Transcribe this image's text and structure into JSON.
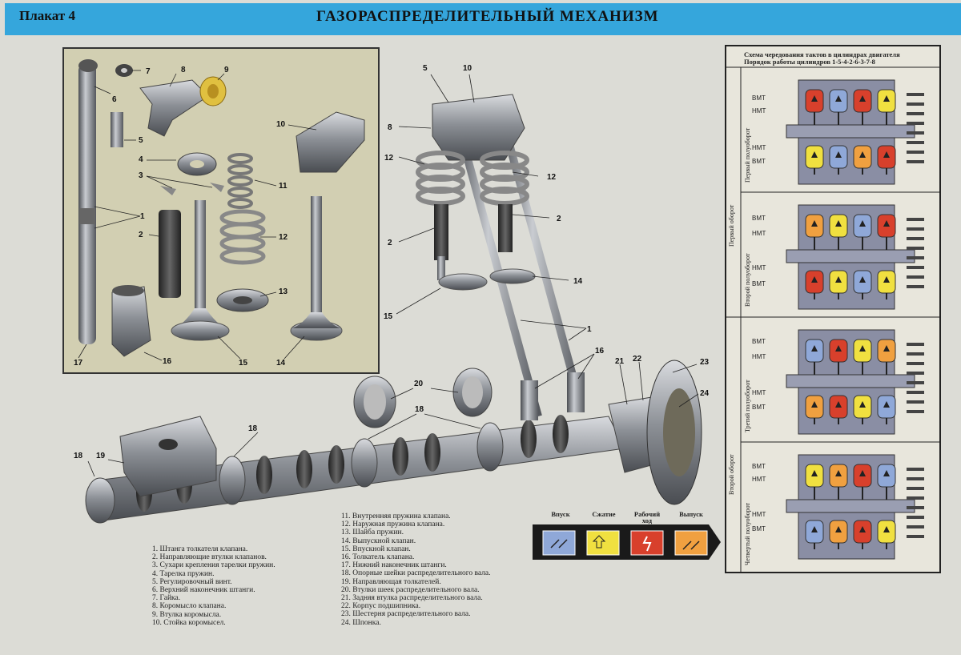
{
  "header": {
    "plate": "Плакат 4",
    "title": "ГАЗОРАСПРЕДЕЛИТЕЛЬНЫЙ МЕХАНИЗМ"
  },
  "callouts": {
    "n1": "1",
    "n2": "2",
    "n3": "3",
    "n4": "4",
    "n5": "5",
    "n6": "6",
    "n7": "7",
    "n8": "8",
    "n9": "9",
    "n10": "10",
    "n11": "11",
    "n12": "12",
    "n13": "13",
    "n14": "14",
    "n15": "15",
    "n16": "16",
    "n17": "17",
    "n18": "18",
    "n19": "19",
    "n20": "20",
    "n21": "21",
    "n22": "22",
    "n23": "23",
    "n24": "24"
  },
  "legend_left": [
    "1. Штанга толкателя клапана.",
    "2. Направляющие втулки клапанов.",
    "3. Сухари крепления тарелки пружин.",
    "4. Тарелка пружин.",
    "5. Регулировочный винт.",
    "6. Верхний наконечник штанги.",
    "7. Гайка.",
    "8. Коромысло клапана.",
    "9. Втулка коромысла.",
    "10. Стойка коромысел."
  ],
  "legend_right": [
    "11. Внутренняя пружина клапана.",
    "12. Наружная пружина клапана.",
    "13. Шайба пружин.",
    "14. Выпускной клапан.",
    "15. Впускной клапан.",
    "16. Толкатель клапана.",
    "17. Нижний наконечник штанги.",
    "18. Опорные шейки распределительного вала.",
    "19. Направляющая толкателей.",
    "20. Втулки шеек распределительного вала.",
    "21. Задняя втулка распределительного вала.",
    "22. Корпус подшипника.",
    "23. Шестерня распределительного вала.",
    "24. Шпонка."
  ],
  "strokes": [
    {
      "label": "Впуск",
      "color": "#8fa8d8"
    },
    {
      "label": "Сжатие",
      "color": "#f0e040"
    },
    {
      "label": "Рабочий ход",
      "color": "#d8402c"
    },
    {
      "label": "Выпуск",
      "color": "#f0a040"
    }
  ],
  "scheme": {
    "title": "Схема чередования тактов в цилиндрах двигателя",
    "order": "Порядок работы цилиндров 1-5-4-2-6-3-7-8",
    "rev1": "Первый оборот",
    "rev2": "Второй оборот",
    "panels": [
      {
        "label": "Первый полуоборот",
        "top": [
          "#d8402c",
          "#8fa8d8",
          "#d8402c",
          "#f0e040"
        ],
        "bottom": [
          "#f0e040",
          "#8fa8d8",
          "#f0a040",
          "#d8402c"
        ]
      },
      {
        "label": "Второй полуоборот",
        "top": [
          "#f0a040",
          "#f0e040",
          "#8fa8d8",
          "#d8402c"
        ],
        "bottom": [
          "#d8402c",
          "#f0e040",
          "#8fa8d8",
          "#f0e040"
        ]
      },
      {
        "label": "Третий полуоборот",
        "top": [
          "#8fa8d8",
          "#d8402c",
          "#f0e040",
          "#f0a040"
        ],
        "bottom": [
          "#f0a040",
          "#d8402c",
          "#f0e040",
          "#8fa8d8"
        ]
      },
      {
        "label": "Четвертый полуоборот",
        "top": [
          "#f0e040",
          "#f0a040",
          "#d8402c",
          "#8fa8d8"
        ],
        "bottom": [
          "#8fa8d8",
          "#f0a040",
          "#d8402c",
          "#f0e040"
        ]
      }
    ],
    "vmt": "ВМТ",
    "nmt": "НМТ"
  }
}
